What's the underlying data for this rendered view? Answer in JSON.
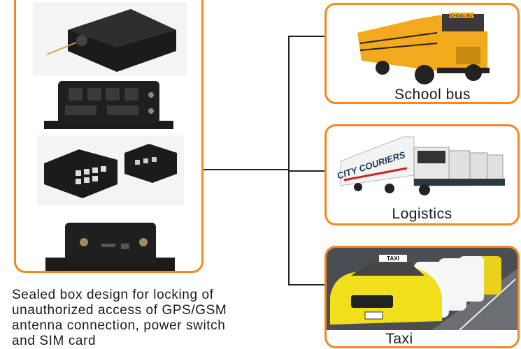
{
  "device_panel": {
    "caption": [
      "Sealed box design for locking of",
      "unauthorized access of GPS/GSM",
      "antenna connection, power switch",
      "and SIM card"
    ]
  },
  "applications": [
    {
      "label": "School bus",
      "image_text": "SCHOOL BUS"
    },
    {
      "label": "Logistics",
      "image_text": "CITY COURIERS"
    },
    {
      "label": "Taxi",
      "image_text": "TAXI"
    }
  ],
  "colors": {
    "border": "#f08a1c",
    "bus": "#f2a91b",
    "taxi": "#f2df1c"
  }
}
